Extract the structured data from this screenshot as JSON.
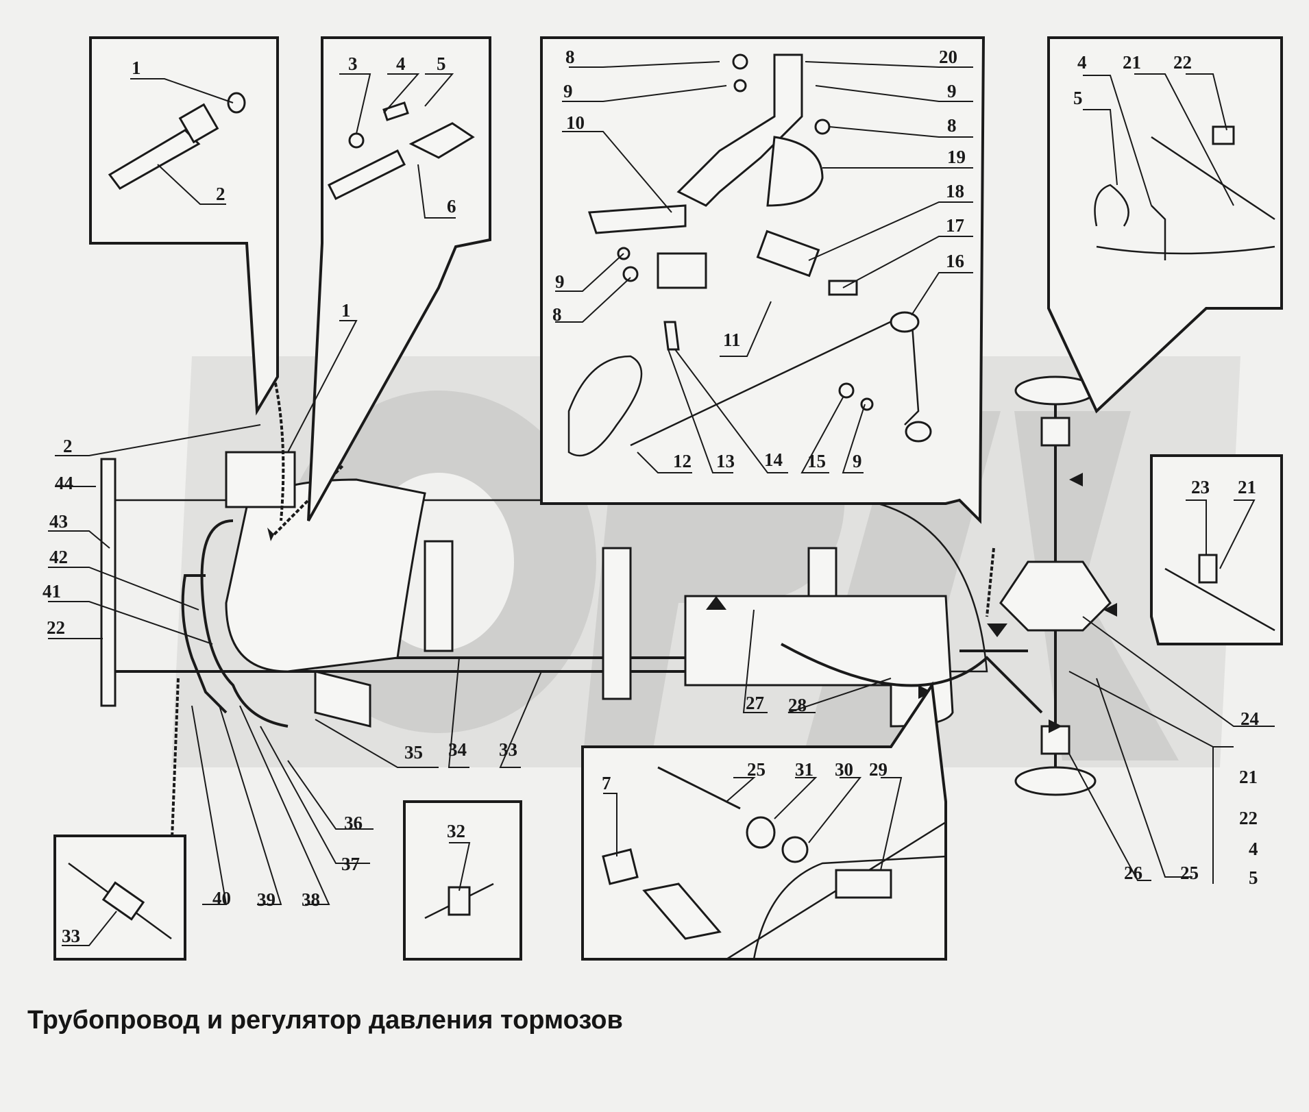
{
  "caption": "Трубопровод и регулятор давления тормозов",
  "watermark": "OREX",
  "colors": {
    "background": "#f1f1ef",
    "watermark": "#d2d2d0",
    "ink": "#1a1a1a"
  },
  "callouts": {
    "c1": "1",
    "c2": "2",
    "c3": "3",
    "c4": "4",
    "c5": "5",
    "c6": "6",
    "c1b": "1",
    "c2b": "2",
    "c8a": "8",
    "c9a": "9",
    "c10": "10",
    "c9b": "9",
    "c8b": "8",
    "c20": "20",
    "c9c": "9",
    "c8c": "8",
    "c19": "19",
    "c18": "18",
    "c17": "17",
    "c16": "16",
    "c11": "11",
    "c12": "12",
    "c13": "13",
    "c14": "14",
    "c15": "15",
    "c9d": "9",
    "c4r": "4",
    "c21r": "21",
    "c22r": "22",
    "c5r": "5",
    "c23": "23",
    "c21m": "21",
    "c44": "44",
    "c43": "43",
    "c42": "42",
    "c41": "41",
    "c22l": "22",
    "c35": "35",
    "c34": "34",
    "c33": "33",
    "c27": "27",
    "c28": "28",
    "c24": "24",
    "c21s": "21",
    "c22s": "22",
    "c4s": "4",
    "c5s": "5",
    "c26": "26",
    "c25b": "25",
    "c36": "36",
    "c37": "37",
    "c40": "40",
    "c39": "39",
    "c38": "38",
    "c33b": "33",
    "c32": "32",
    "c7": "7",
    "c25": "25",
    "c31": "31",
    "c30": "30",
    "c29": "29"
  }
}
